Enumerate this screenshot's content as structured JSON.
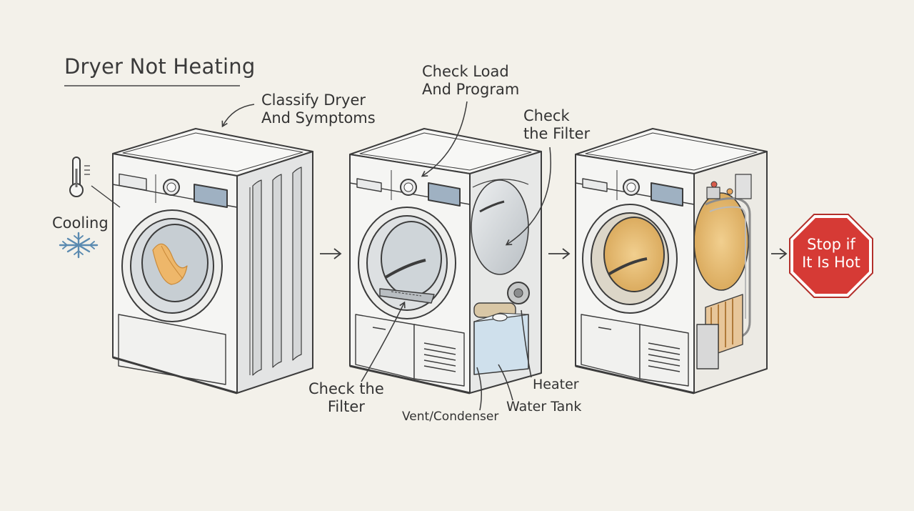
{
  "title": "Dryer Not Heating",
  "labels": {
    "classify": [
      "Classify Dryer",
      "And Symptoms"
    ],
    "cooling": "Cooling",
    "check_load": [
      "Check Load",
      "And Program"
    ],
    "check_filter_top": [
      "Check",
      "the Filter"
    ],
    "check_filter_bottom": [
      "Check the",
      "Filter"
    ],
    "vent_condenser": "Vent/Condenser",
    "water_tank": "Water Tank",
    "heater": "Heater",
    "stop_sign": [
      "Stop if",
      "It Is Hot"
    ]
  },
  "icons": [
    "thermometer-icon",
    "snowflake-icon",
    "arrow-right-icon",
    "stop-sign-icon"
  ],
  "colors": {
    "background": "#f3f1ea",
    "line": "#3c3c3c",
    "stop_red": "#d63a35",
    "warm_drum": "#e6b86d",
    "water_blue": "#c9dbe8"
  }
}
